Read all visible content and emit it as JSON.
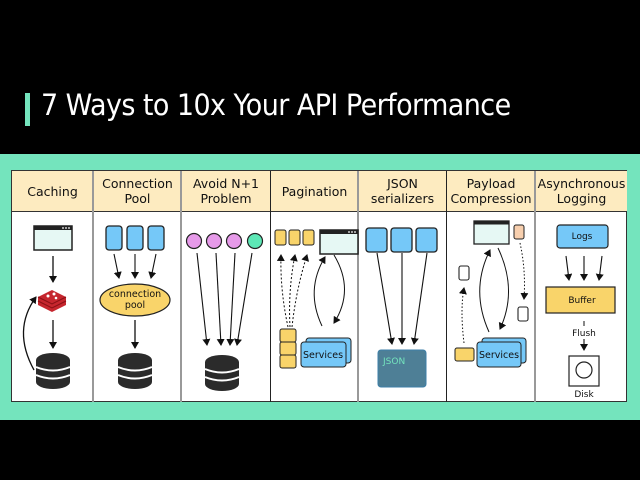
{
  "title": "7 Ways to 10x Your API Performance",
  "colors": {
    "accent": "#74e4bd",
    "header_bg": "#fdebc0",
    "blue_box": "#75c8f8",
    "yellow_box": "#f9d46a",
    "purple_circle": "#e69ae9",
    "teal_circle": "#5de8b6",
    "redis_red": "#c6262e",
    "json_box": "#4e7f96",
    "peach_box": "#f7cfae",
    "window_bg": "#e6f8f4"
  },
  "columns": [
    {
      "label": "Caching"
    },
    {
      "label": "Connection\nPool"
    },
    {
      "label": "Avoid N+1\nProblem"
    },
    {
      "label": "Pagination"
    },
    {
      "label": "JSON\nserializers"
    },
    {
      "label": "Payload\nCompression"
    },
    {
      "label": "Asynchronous\nLogging"
    }
  ],
  "diagrams": {
    "connection_pool_label": "connection\npool",
    "pagination_services_label": "Services",
    "json_box_label": "JSON",
    "compression_services_label": "Services",
    "logging": {
      "logs_label": "Logs",
      "buffer_label": "Buffer",
      "flush_label": "Flush",
      "disk_label": "Disk"
    }
  }
}
